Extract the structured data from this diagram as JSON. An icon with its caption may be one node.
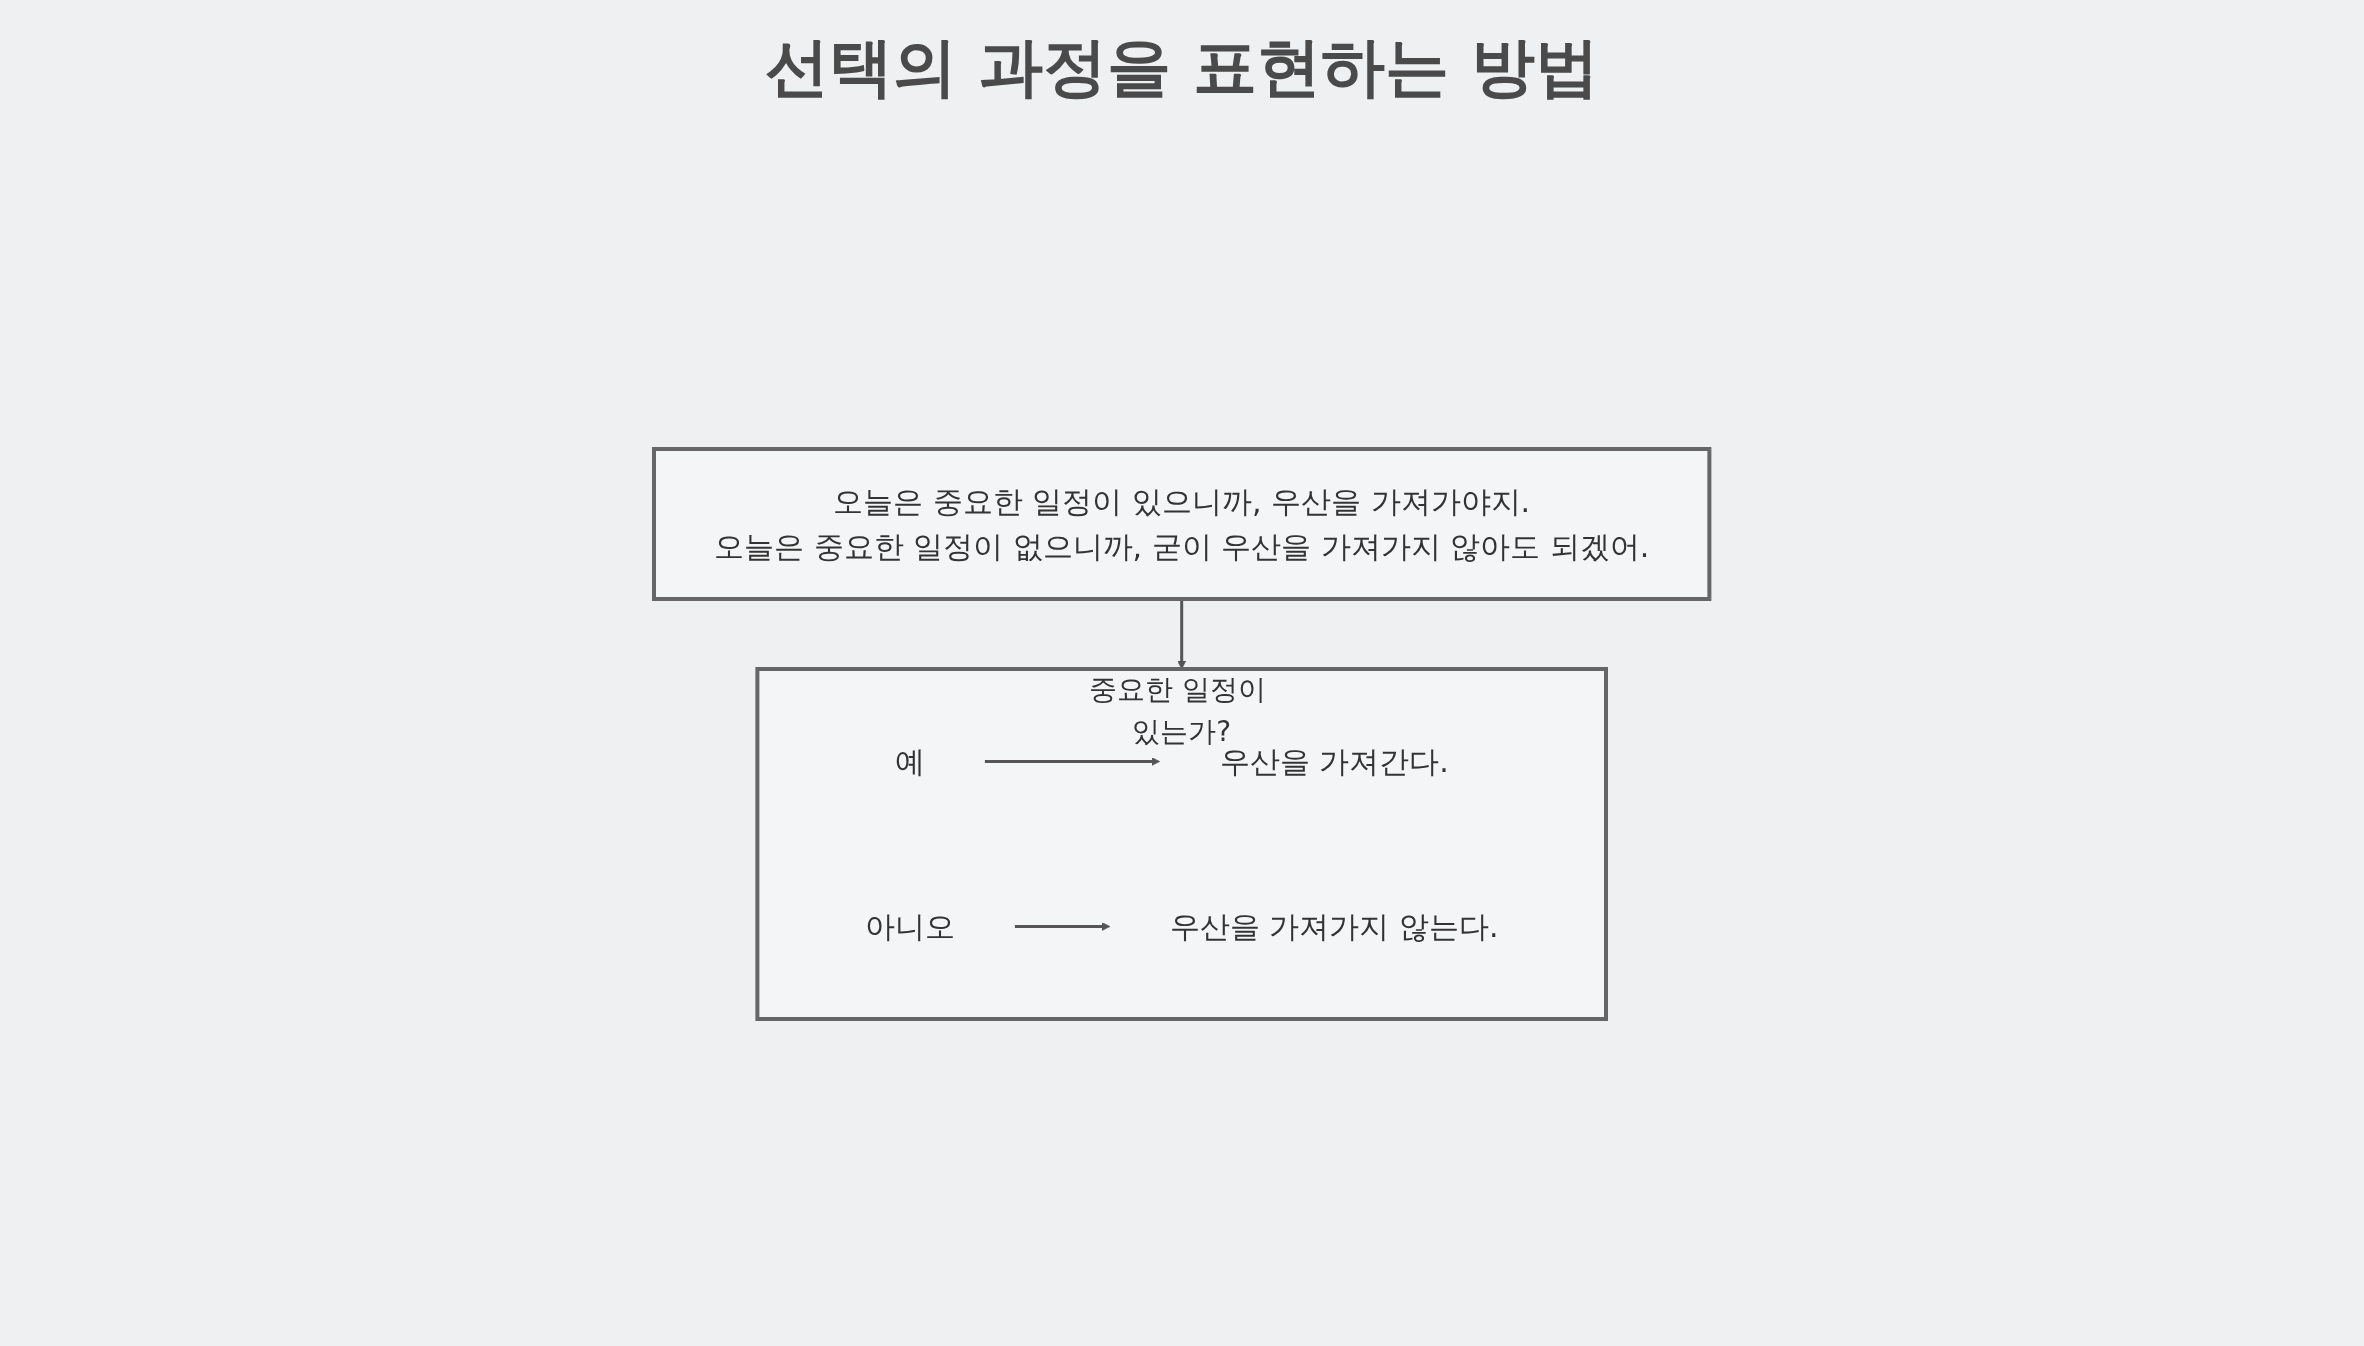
{
  "diagram": {
    "title": "선택의 과정을 표현하는 방법",
    "nodes": [
      {
        "text": [
          "오늘은 중요한 일정이 있으니까, 우산을 가져가야지.",
          "오늘은 중요한 일정이 없으니까, 굳이 우산을 가져가지 않아도 되겠어."
        ]
      },
      {
        "text": [
          "중요한 일정이 있는가?"
        ]
      },
      {
        "text": [
          "예"
        ],
        "in": 1
      },
      {
        "text": [
          "아니오"
        ],
        "in": 1
      },
      {
        "text": [
          "우산을 가져간다."
        ],
        "in": 1
      },
      {
        "text": [
          "우산을 가져가지 않는다."
        ],
        "in": 1
      }
    ],
    "edges": [
      {
        "from": 0,
        "to": 1,
        "arrow": "to"
      },
      {
        "from": 2,
        "to": 4,
        "arrow": "to"
      },
      {
        "from": 3,
        "to": 5,
        "arrow": "to"
      }
    ]
  }
}
